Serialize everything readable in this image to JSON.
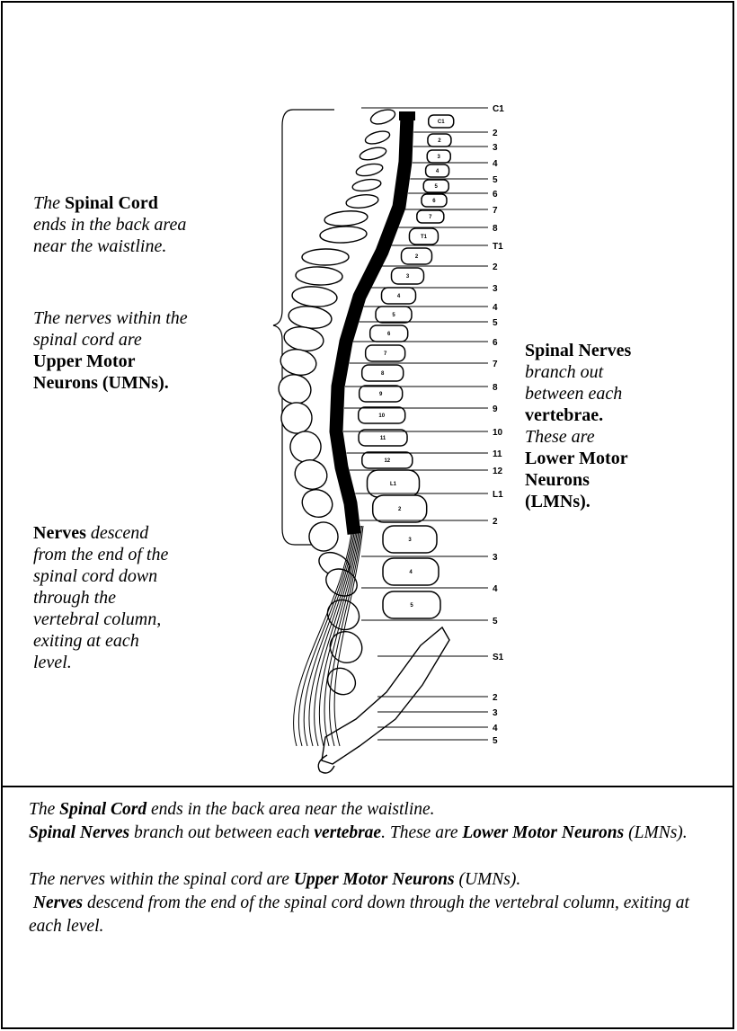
{
  "left_labels": {
    "spinal_cord": {
      "pre": "The",
      "bold": "Spinal Cord",
      "rest1": "ends  in the back area",
      "rest2": "near the waistline."
    },
    "umn": {
      "line1": "The nerves within the",
      "line2": "spinal cord are",
      "bold1": "Upper Motor",
      "bold2": "Neurons (UMNs)."
    },
    "descend": {
      "bold": "Nerves",
      "rest1": "descend",
      "line2": "from the end of the",
      "line3": "spinal cord down",
      "line4": "through the",
      "line5": "vertebral column,",
      "line6": "exiting at each",
      "line7": "level."
    }
  },
  "right_label": {
    "bold1": "Spinal Nerves",
    "line2": "branch out",
    "line3": "between each",
    "bold4": "vertebrae.",
    "line5": "These are",
    "bold6": "Lower Motor",
    "bold7": "Neurons",
    "bold8": "(LMNs)."
  },
  "levels": {
    "cervical": [
      "C1",
      "2",
      "3",
      "4",
      "5",
      "6",
      "7",
      "8"
    ],
    "thoracic": [
      "T1",
      "2",
      "3",
      "4",
      "5",
      "6",
      "7",
      "8",
      "9",
      "10",
      "11",
      "12"
    ],
    "lumbar": [
      "L1",
      "2",
      "3",
      "4",
      "5"
    ],
    "sacral": [
      "S1",
      "2",
      "3",
      "4",
      "5"
    ]
  },
  "vertebra_labels": {
    "cervical": [
      "C1",
      "2",
      "3",
      "4",
      "5",
      "6",
      "7"
    ],
    "thoracic": [
      "T1",
      "2",
      "3",
      "4",
      "5",
      "6",
      "7",
      "8",
      "9",
      "10",
      "11",
      "12"
    ],
    "lumbar": [
      "L1",
      "2",
      "3",
      "4",
      "5"
    ]
  },
  "caption": {
    "p1_a": "The ",
    "p1_b": "Spinal Cord",
    "p1_c": " ends in the back area near the waistline.",
    "p1_d": "Spinal Nerves",
    "p1_e": " branch out between each ",
    "p1_f": "vertebrae",
    "p1_g": ". These are ",
    "p1_h": "Lower Motor Neurons",
    "p1_i": " (LMNs).",
    "p2_a": "The nerves within the spinal cord are ",
    "p2_b": "Upper Motor Neurons",
    "p2_c": " (UMNs).",
    "p2_d": "Nerves",
    "p2_e": " descend from the end of the spinal cord down through the vertebral column, exiting at each level."
  }
}
